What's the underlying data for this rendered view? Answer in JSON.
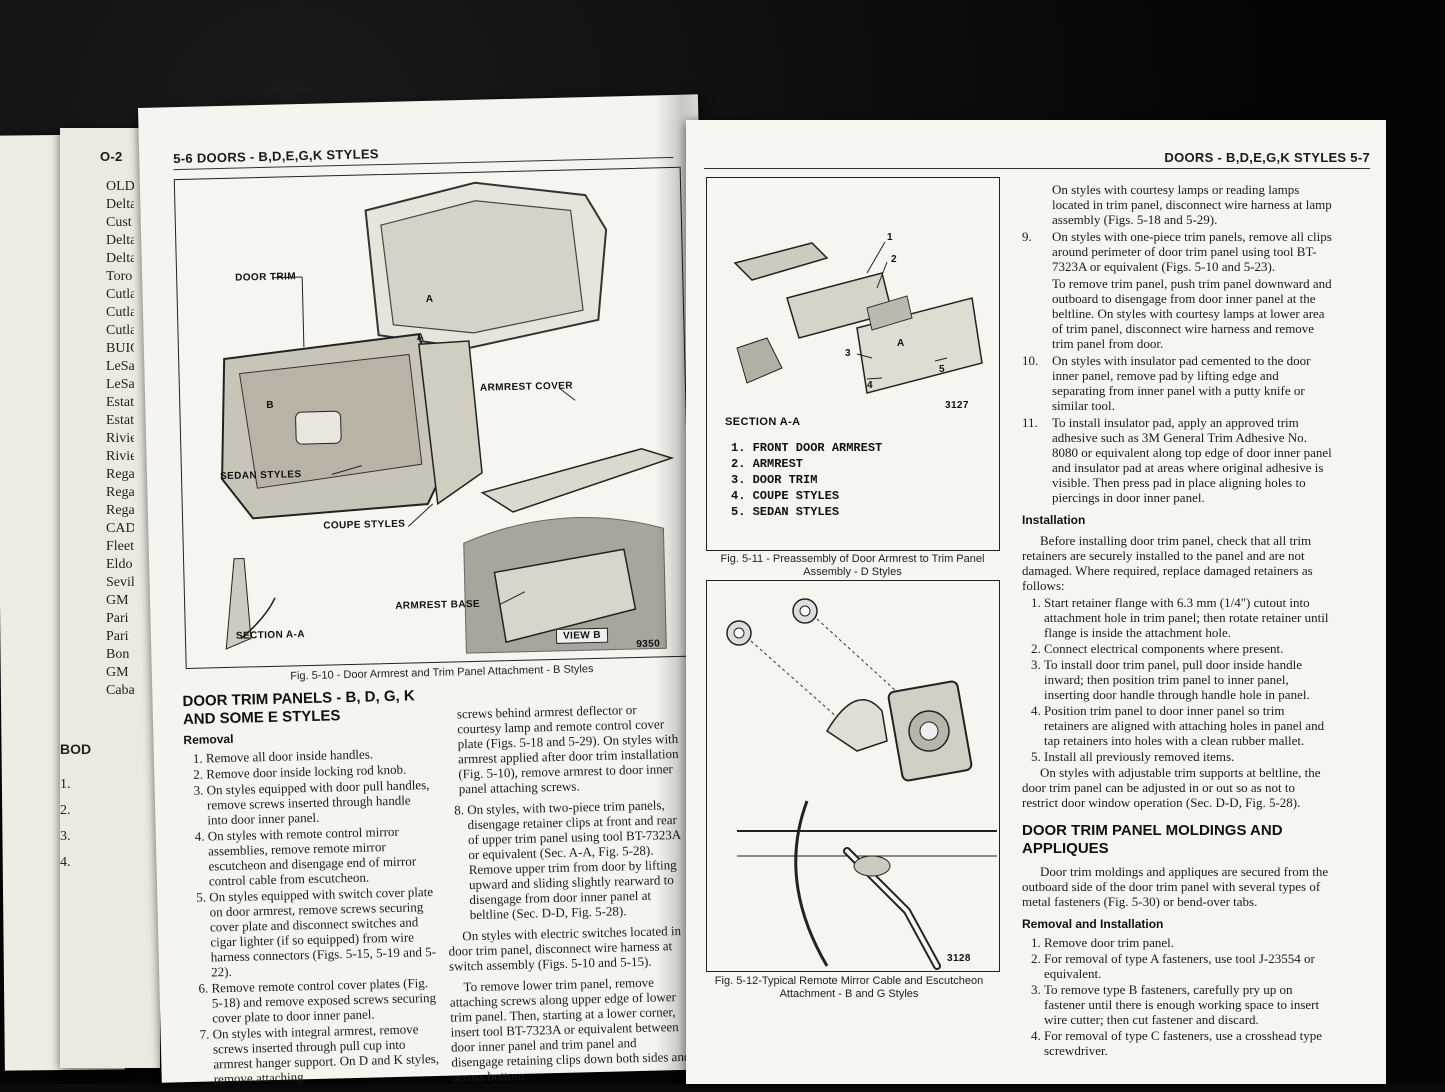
{
  "back_page": {
    "header": "O-2",
    "index_lines": [
      "OLD",
      "Delta",
      "Cust",
      "Delta",
      "Delta",
      "",
      "Toro",
      "",
      "Cutla",
      "Cutla",
      "Cutla",
      "",
      "BUIC",
      "LeSa",
      "LeSa",
      "Estat",
      "Estat",
      "",
      "Rivie",
      "Rivie",
      "",
      "Rega",
      "Rega",
      "Rega",
      "",
      "CAD",
      "Fleet",
      "",
      "Eldo",
      "",
      "Sevil",
      "",
      "GM",
      "Pari",
      "Pari",
      "",
      "Bon",
      "",
      "GM",
      "Caba"
    ],
    "section": "BOD",
    "steps": [
      "1.",
      "2.",
      "3.",
      "4."
    ]
  },
  "left_page": {
    "header": "5-6  DOORS - B,D,E,G,K STYLES",
    "figure": {
      "labels": [
        "DOOR TRIM",
        "SEDAN STYLES",
        "COUPE STYLES",
        "ARMREST COVER",
        "ARMREST BASE",
        "SECTION A-A",
        "VIEW B",
        "A",
        "A",
        "B"
      ],
      "number": "9350",
      "caption": "Fig. 5-10 - Door Armrest and Trim Panel Attachment - B Styles"
    },
    "title": "DOOR TRIM PANELS - B, D, G, K AND SOME E STYLES",
    "subhead": "Removal",
    "steps": [
      "Remove all door inside handles.",
      "Remove door inside locking rod knob.",
      "On styles equipped with door pull handles, remove screws inserted through handle into door inner panel.",
      "On styles with remote control mirror assemblies, remove remote mirror escutcheon and disengage end of mirror control cable from escutcheon.",
      "On styles equipped with switch cover plate on door armrest, remove screws securing cover plate and disconnect switches and cigar lighter (if so equipped) from wire harness connectors (Figs. 5-15, 5-19 and 5-22).",
      "Remove remote control cover plates (Fig. 5-18) and remove exposed screws securing cover plate to door inner panel.",
      "On styles with integral armrest, remove screws inserted through pull cup into armrest hanger support. On D and K styles, remove attaching"
    ],
    "col2_para1": "screws behind armrest deflector or courtesy lamp and remote control cover plate (Figs. 5-18 and 5-29). On styles with armrest applied after door trim installation (Fig. 5-10), remove armrest to door inner panel attaching screws.",
    "step8": "On styles, with two-piece trim panels, disengage retainer clips at front and rear of upper trim panel using tool BT-7323A or equivalent (Sec. A-A, Fig. 5-28). Remove upper trim from door by lifting upward and sliding slightly rearward to disengage from door inner panel at beltline (Sec. D-D, Fig. 5-28).",
    "col2_para2": "On styles with electric switches located in door trim panel, disconnect wire harness at switch assembly (Figs. 5-10 and 5-15).",
    "col2_para3": "To remove lower trim panel, remove attaching screws along upper edge of lower trim panel. Then, starting at a lower corner, insert tool BT-7323A or equivalent between door inner panel and trim panel and disengage retaining clips down both sides and across bottom."
  },
  "right_page": {
    "header": "DOORS - B,D,E,G,K STYLES  5-7",
    "fig11": {
      "number": "3127",
      "section_label": "SECTION A-A",
      "legend": [
        "1. FRONT DOOR ARMREST",
        "2. ARMREST",
        "3. DOOR TRIM",
        "4. COUPE STYLES",
        "5. SEDAN STYLES"
      ],
      "callouts": [
        "1",
        "2",
        "3",
        "4",
        "5",
        "A"
      ],
      "caption": "Fig. 5-11 - Preassembly of Door Armrest to Trim Panel Assembly - D Styles"
    },
    "fig12": {
      "number": "3128",
      "caption": "Fig. 5-12-Typical Remote Mirror Cable and Escutcheon Attachment - B and G Styles"
    },
    "para_top": "On styles with courtesy lamps or reading lamps located in trim panel, disconnect wire harness at lamp assembly (Figs. 5-18 and 5-29).",
    "steps_a": [
      {
        "n": "9.",
        "t": "On styles with one-piece trim panels, remove all clips around perimeter of door trim panel using tool BT-7323A or equivalent (Figs. 5-10 and 5-23)."
      }
    ],
    "para_mid": "To remove trim panel, push trim panel downward and outboard to disengage from door inner panel at the beltline. On styles with courtesy lamps at lower area of trim panel, disconnect wire harness and remove trim panel from door.",
    "steps_b": [
      {
        "n": "10.",
        "t": "On styles with insulator pad cemented to the door inner panel, remove pad by lifting edge and separating from inner panel with a putty knife or similar tool."
      },
      {
        "n": "11.",
        "t": "To install insulator pad, apply an approved trim adhesive such as 3M General Trim Adhesive No. 8080 or equivalent along top edge of door inner panel and insulator pad at areas where original adhesive is visible. Then press pad in place aligning holes to piercings in door inner panel."
      }
    ],
    "install_head": "Installation",
    "install_para": "Before installing door trim panel, check that all trim retainers are securely installed to the panel and are not damaged. Where required, replace damaged retainers as follows:",
    "install_steps": [
      "Start retainer flange with 6.3 mm (1/4\") cutout into attachment hole in trim panel; then rotate retainer until flange is inside the attachment hole.",
      "Connect electrical components where present.",
      "To install door trim panel, pull door inside handle inward; then position trim panel to inner panel, inserting door handle through handle hole in panel.",
      "Position trim panel to door inner panel so trim retainers are aligned with attaching holes in panel and tap retainers into holes with a clean rubber mallet.",
      "Install all previously removed items."
    ],
    "install_after": "On styles with adjustable trim supports at beltline, the door trim panel can be adjusted in or out so as not to restrict door window operation (Sec. D-D, Fig. 5-28).",
    "moldings_title": "DOOR TRIM PANEL MOLDINGS AND APPLIQUES",
    "moldings_para": "Door trim moldings and appliques are secured from the outboard side of the door trim panel with several types of metal fasteners (Fig. 5-30) or bend-over tabs.",
    "rr_head": "Removal and Installation",
    "rr_steps": [
      "Remove door trim panel.",
      "For removal of type A fasteners, use tool J-23554 or equivalent.",
      "To remove type B fasteners, carefully pry up on fastener until there is enough working space to insert wire cutter; then cut fastener and discard.",
      "For removal of type C fasteners, use a crosshead type screwdriver."
    ]
  }
}
